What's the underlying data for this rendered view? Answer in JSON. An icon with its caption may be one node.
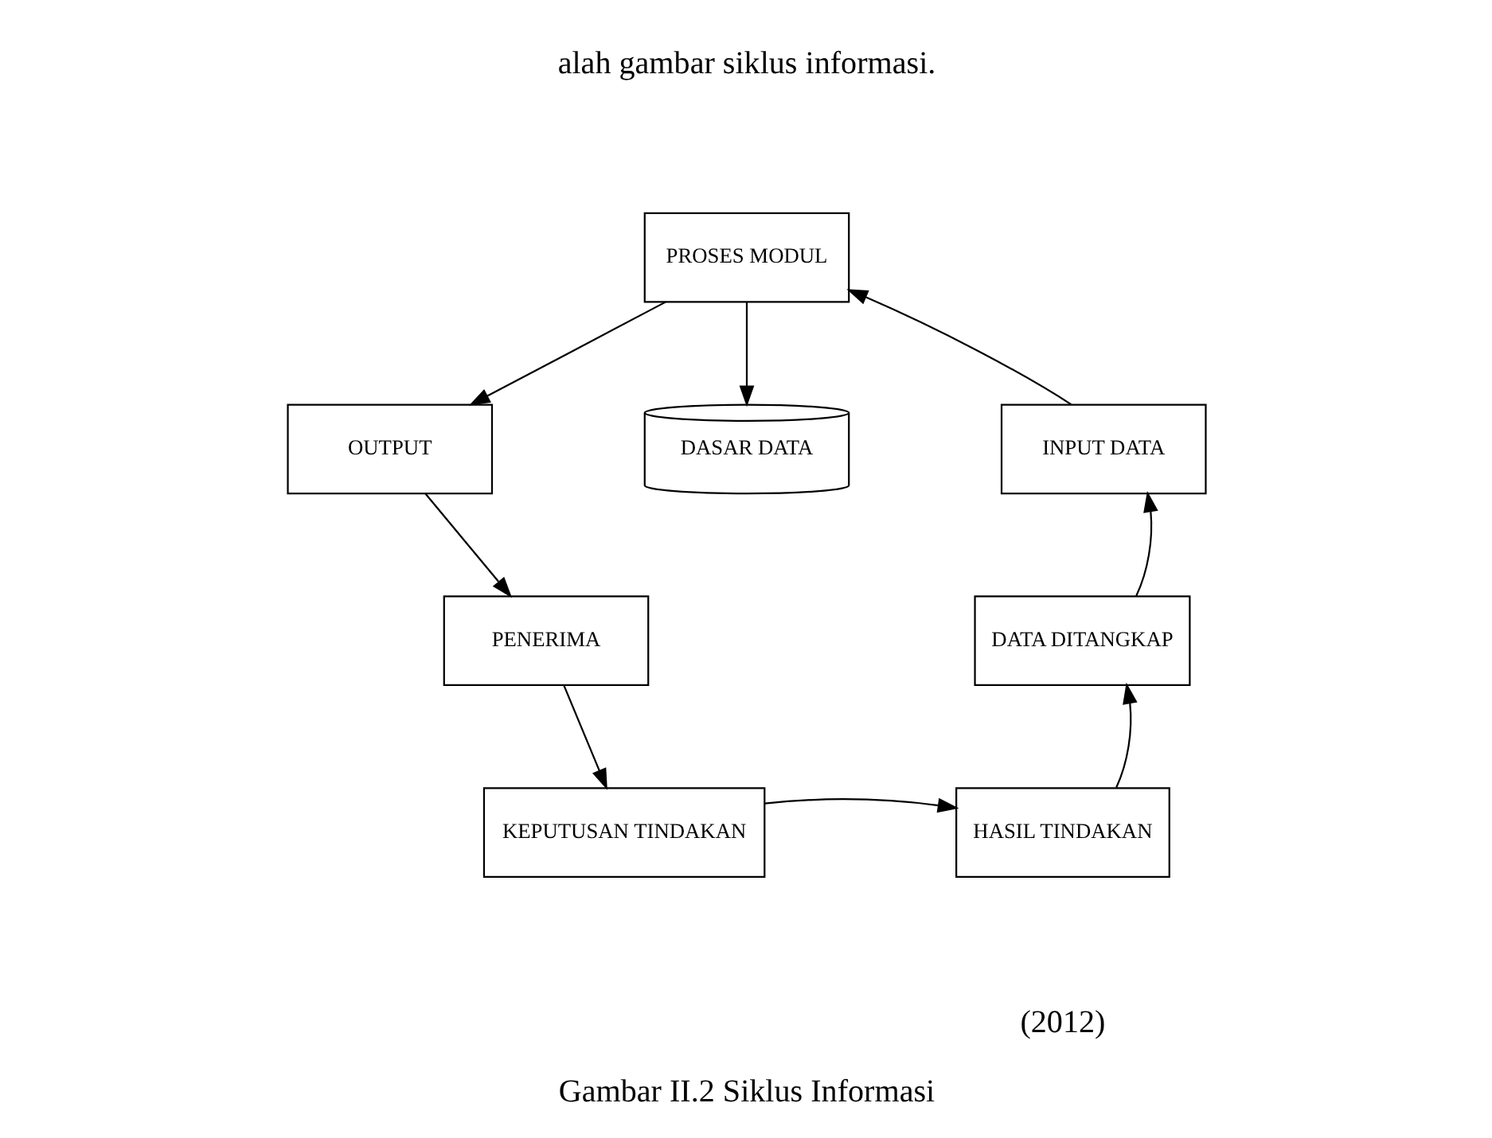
{
  "diagram": {
    "caption": "Gambar II.2 Siklus Informasi",
    "nodes": [
      {
        "text": [
          "PROSES MODUL"
        ]
      },
      {
        "text": [
          "OUTPUT"
        ]
      },
      {
        "text": [
          "DASAR DATA"
        ]
      },
      {
        "text": [
          "INPUT DATA"
        ]
      },
      {
        "text": [
          "PENERIMA"
        ]
      },
      {
        "text": [
          "DATA DITANGKAP"
        ]
      },
      {
        "text": [
          "KEPUTUSAN TINDAKAN"
        ]
      },
      {
        "text": [
          "HASIL TINDAKAN"
        ]
      }
    ],
    "edges": [
      {
        "from": 3,
        "to": 0,
        "arrow": "to"
      },
      {
        "from": 0,
        "to": 1,
        "arrow": "to"
      },
      {
        "from": 0,
        "to": 2,
        "arrow": "to"
      },
      {
        "from": 1,
        "to": 4,
        "arrow": "to"
      },
      {
        "from": 4,
        "to": 6,
        "arrow": "to"
      },
      {
        "from": 6,
        "to": 7,
        "arrow": "to"
      },
      {
        "from": 7,
        "to": 5,
        "arrow": "to"
      },
      {
        "from": 5,
        "to": 3,
        "arrow": "to"
      }
    ],
    "labels": [
      "alah gambar siklus informasi.",
      "(2012)"
    ]
  }
}
